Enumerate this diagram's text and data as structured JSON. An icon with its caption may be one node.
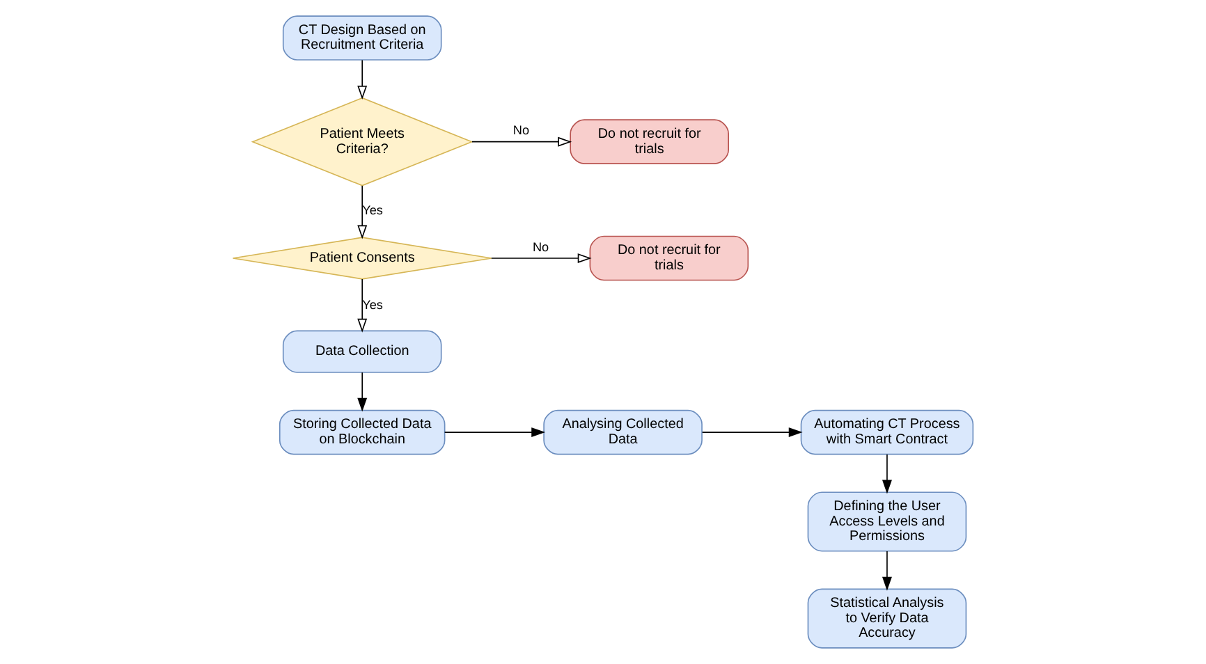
{
  "diagram": {
    "nodes": [
      {
        "text": [
          "CT Design Based on Recruitment Criteria"
        ]
      },
      {
        "text": [
          "Patient Meets Criteria?"
        ]
      },
      {
        "text": [
          "Do not recruit for trials"
        ]
      },
      {
        "text": [
          "Patient Consents"
        ]
      },
      {
        "text": [
          "Do not recruit for trials"
        ]
      },
      {
        "text": [
          "Data Collection"
        ]
      },
      {
        "text": [
          "Storing Collected Data on Blockchain"
        ]
      },
      {
        "text": [
          "Analysing Collected Data"
        ]
      },
      {
        "text": [
          "Automating CT Process with Smart Contract"
        ]
      },
      {
        "text": [
          "Defining the User Access Levels and Permissions"
        ]
      },
      {
        "text": [
          "Statistical Analysis to Verify Data Accuracy"
        ]
      }
    ],
    "edges": [
      {
        "from": 0,
        "to": 1,
        "arrow": "to"
      },
      {
        "from": 1,
        "to": 2,
        "arrow": "to",
        "label": "No"
      },
      {
        "from": 1,
        "to": 3,
        "arrow": "to",
        "label": "Yes"
      },
      {
        "from": 3,
        "to": 4,
        "arrow": "to",
        "label": "No"
      },
      {
        "from": 3,
        "to": 5,
        "arrow": "to",
        "label": "Yes"
      },
      {
        "from": 5,
        "to": 6,
        "arrow": "to"
      },
      {
        "from": 6,
        "to": 7,
        "arrow": "to"
      },
      {
        "from": 7,
        "to": 8,
        "arrow": "to"
      },
      {
        "from": 8,
        "to": 9,
        "arrow": "to"
      },
      {
        "from": 9,
        "to": 10,
        "arrow": "to"
      }
    ]
  }
}
